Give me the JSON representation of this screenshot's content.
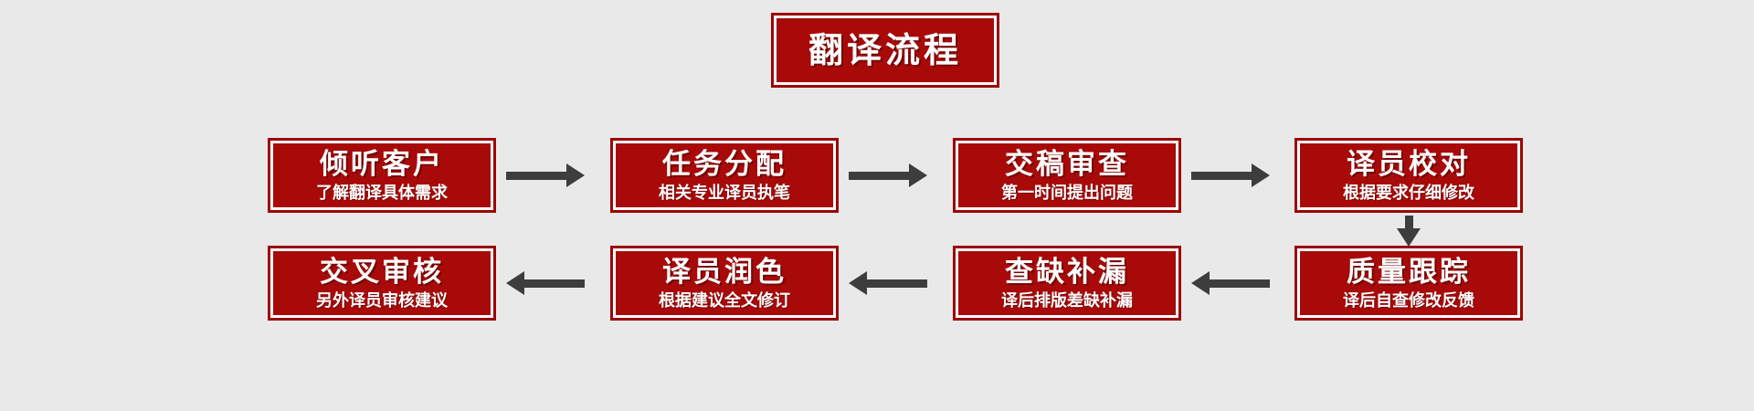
{
  "diagram": {
    "title": "翻译流程",
    "background_color": "#e9e9e9",
    "box_color": "#a80a0a",
    "border_color": "#9c0606",
    "text_color": "#ffffff",
    "arrow_color": "#3d3d3d"
  },
  "steps": [
    {
      "index": 1,
      "title": "倾听客户",
      "subtitle": "了解翻译具体需求",
      "row": 1,
      "column": 1
    },
    {
      "index": 2,
      "title": "任务分配",
      "subtitle": "相关专业译员执笔",
      "row": 1,
      "column": 2
    },
    {
      "index": 3,
      "title": "交稿审查",
      "subtitle": "第一时间提出问题",
      "row": 1,
      "column": 3
    },
    {
      "index": 4,
      "title": "译员校对",
      "subtitle": "根据要求仔细修改",
      "row": 1,
      "column": 4
    },
    {
      "index": 5,
      "title": "质量跟踪",
      "subtitle": "译后自查修改反馈",
      "row": 2,
      "column": 4
    },
    {
      "index": 6,
      "title": "查缺补漏",
      "subtitle": "译后排版差缺补漏",
      "row": 2,
      "column": 3
    },
    {
      "index": 7,
      "title": "译员润色",
      "subtitle": "根据建议全文修订",
      "row": 2,
      "column": 2
    },
    {
      "index": 8,
      "title": "交叉审核",
      "subtitle": "另外译员审核建议",
      "row": 2,
      "column": 1
    }
  ],
  "connectors": [
    {
      "id": "arrow-1-2",
      "direction": "right",
      "from": "倾听客户",
      "to": "任务分配"
    },
    {
      "id": "arrow-2-3",
      "direction": "right",
      "from": "任务分配",
      "to": "交稿审查"
    },
    {
      "id": "arrow-3-4",
      "direction": "right",
      "from": "交稿审查",
      "to": "译员校对"
    },
    {
      "id": "arrow-4-down",
      "direction": "down",
      "from": "译员校对",
      "to": "质量跟踪"
    },
    {
      "id": "arrow-5-6",
      "direction": "left",
      "from": "质量跟踪",
      "to": "查缺补漏"
    },
    {
      "id": "arrow-6-7",
      "direction": "left",
      "from": "查缺补漏",
      "to": "译员润色"
    },
    {
      "id": "arrow-7-8",
      "direction": "left",
      "from": "译员润色",
      "to": "交叉审核"
    }
  ]
}
